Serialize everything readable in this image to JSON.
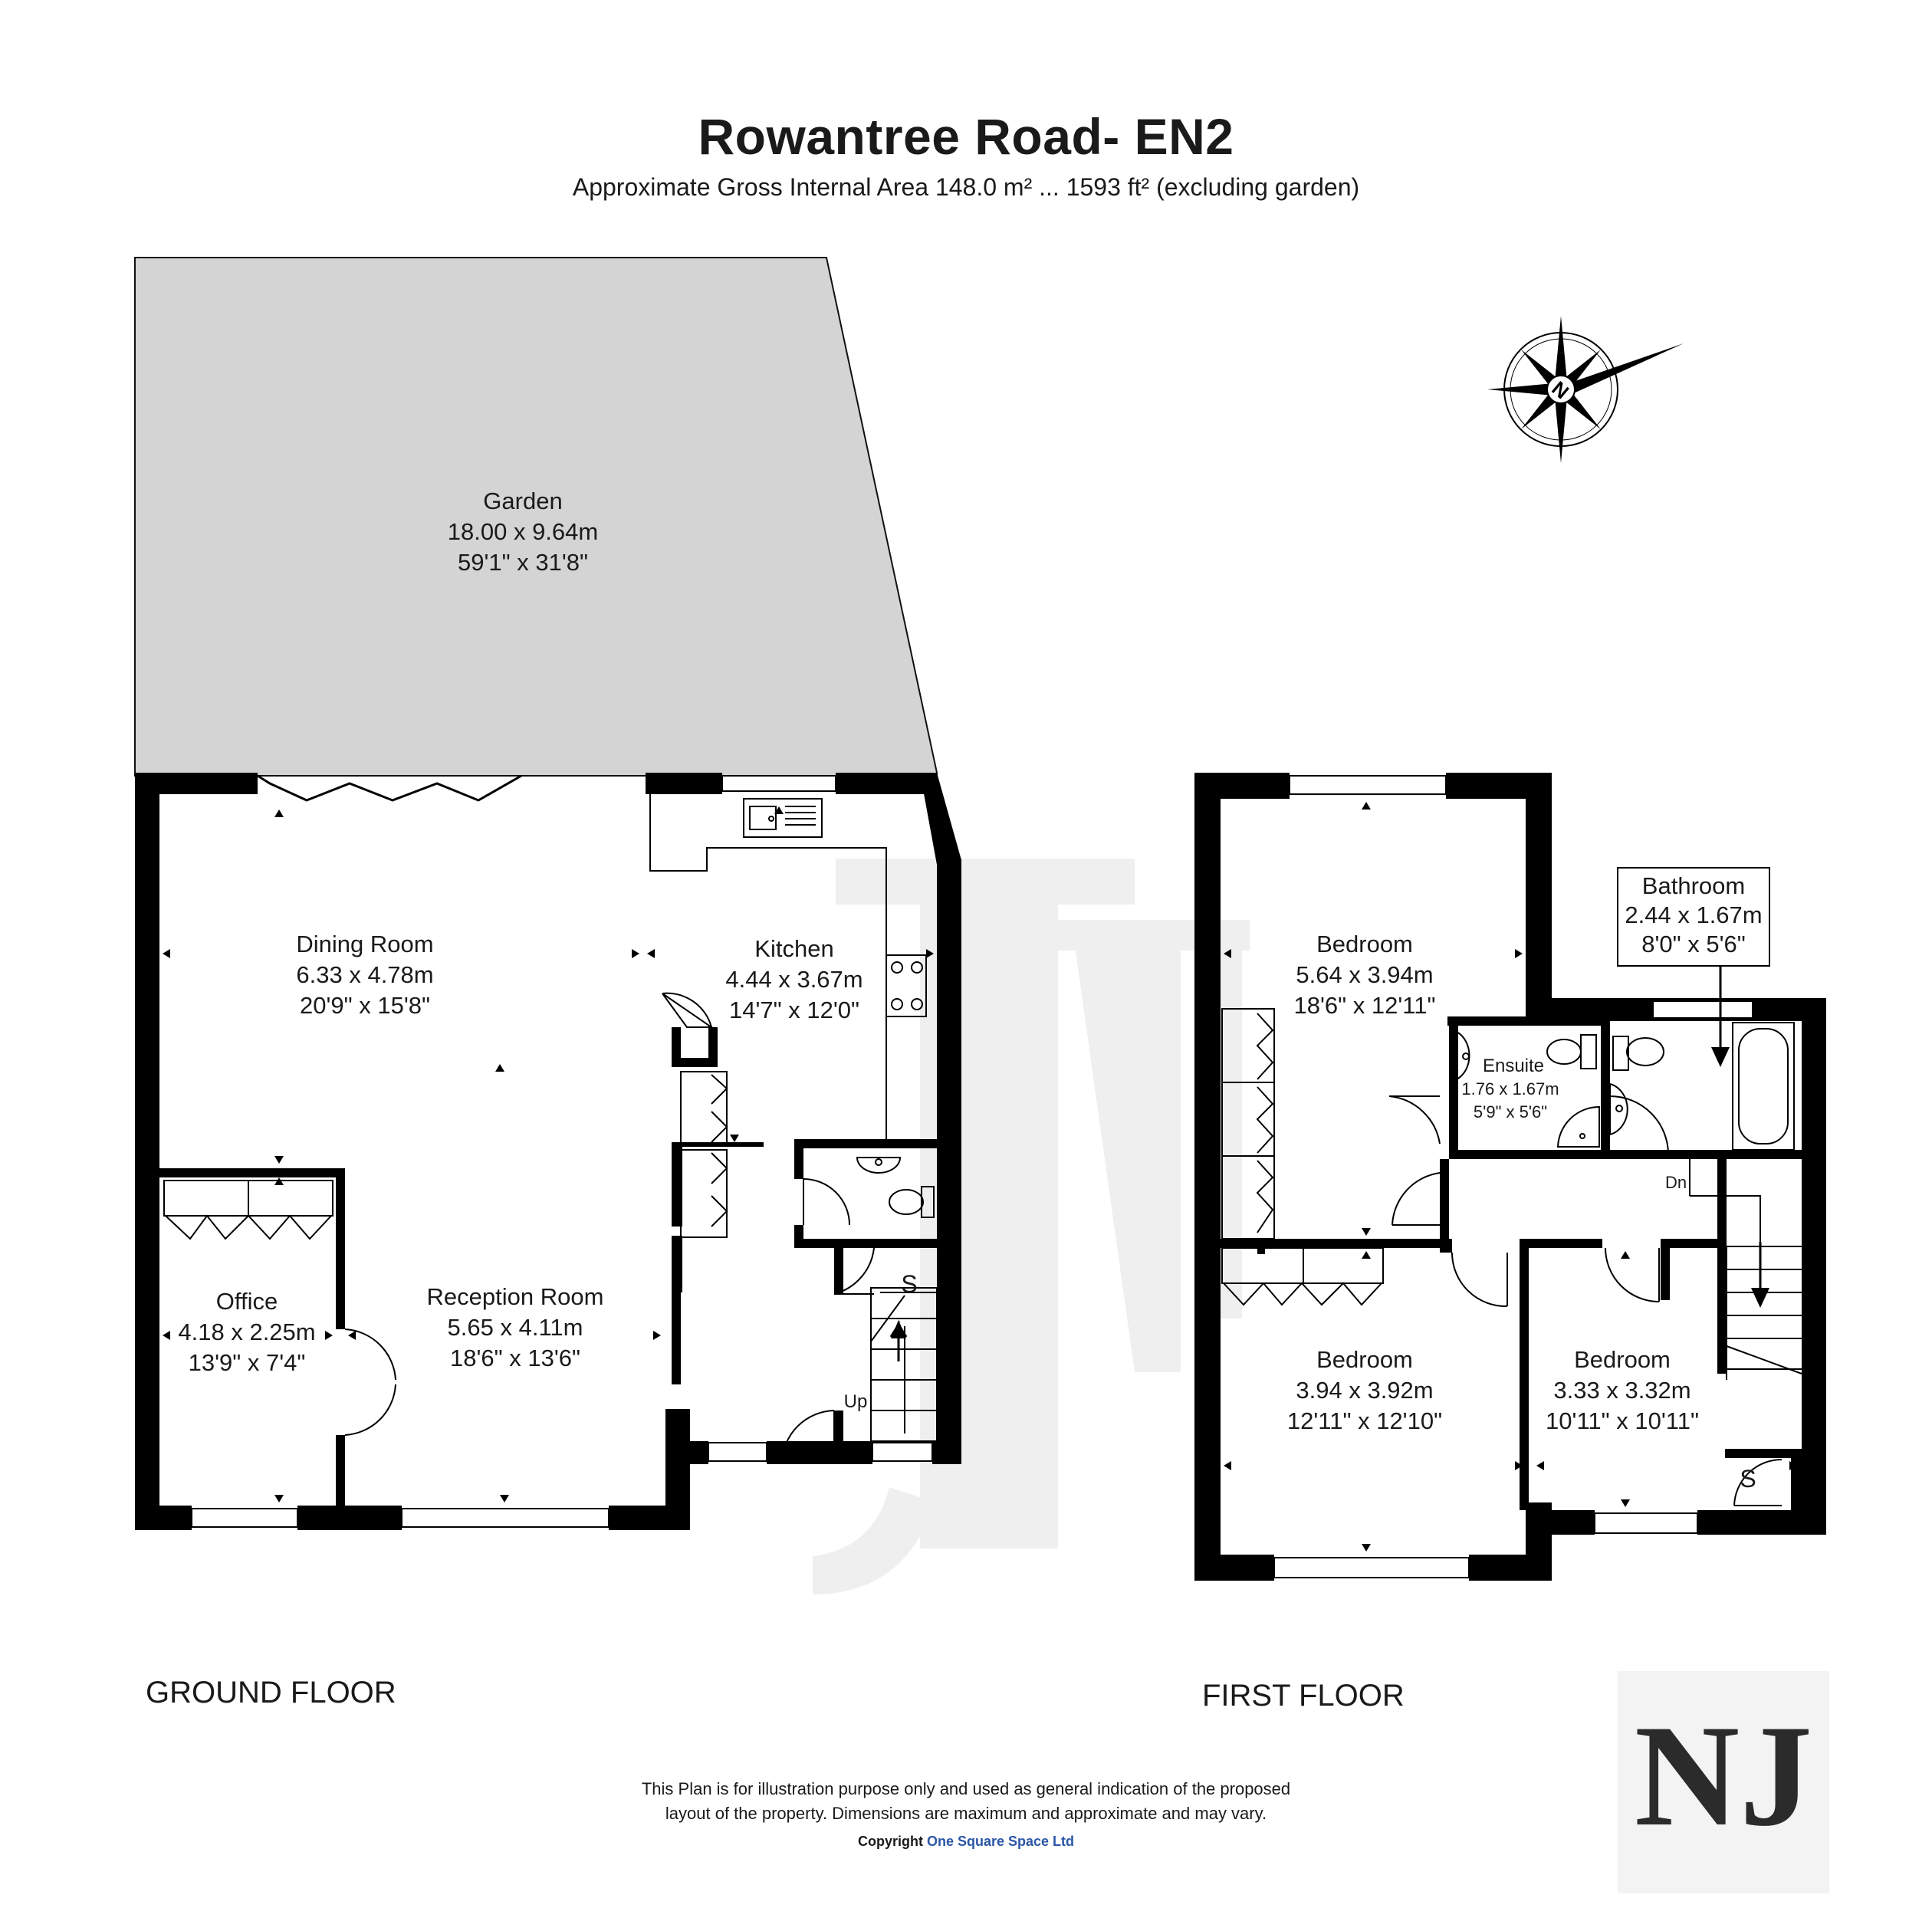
{
  "header": {
    "title": "Rowantree Road- EN2",
    "subtitle": "Approximate Gross Internal Area 148.0 m² ... 1593 ft² (excluding garden)"
  },
  "floors": {
    "ground": "GROUND FLOOR",
    "first": "FIRST FLOOR"
  },
  "rooms": {
    "garden": {
      "name": "Garden",
      "metric": "18.00 x 9.64m",
      "imperial": "59'1\" x 31'8\""
    },
    "dining": {
      "name": "Dining Room",
      "metric": "6.33 x 4.78m",
      "imperial": "20'9\" x 15'8\""
    },
    "kitchen": {
      "name": "Kitchen",
      "metric": "4.44 x 3.67m",
      "imperial": "14'7\" x 12'0\""
    },
    "office": {
      "name": "Office",
      "metric": "4.18 x 2.25m",
      "imperial": "13'9\" x 7'4\""
    },
    "reception": {
      "name": "Reception Room",
      "metric": "5.65 x 4.11m",
      "imperial": "18'6\" x 13'6\""
    },
    "bedroom1": {
      "name": "Bedroom",
      "metric": "5.64 x 3.94m",
      "imperial": "18'6\" x 12'11\""
    },
    "bathroom": {
      "name": "Bathroom",
      "metric": "2.44 x 1.67m",
      "imperial": "8'0\" x 5'6\""
    },
    "ensuite": {
      "name": "Ensuite",
      "metric": "1.76 x 1.67m",
      "imperial": "5'9\" x 5'6\""
    },
    "bedroom2": {
      "name": "Bedroom",
      "metric": "3.94 x 3.92m",
      "imperial": "12'11\" x 12'10\""
    },
    "bedroom3": {
      "name": "Bedroom",
      "metric": "3.33 x 3.32m",
      "imperial": "10'11\" x 10'11\""
    }
  },
  "markers": {
    "storage": "S",
    "up": "Up",
    "down": "Dn",
    "north": "N"
  },
  "footer": {
    "disclaimer_line1": "This Plan is for illustration purpose only and used as general indication of the proposed",
    "disclaimer_line2": "layout of the property. Dimensions are maximum and approximate and may vary.",
    "copyright_prefix": "Copyright",
    "copyright_brand": "One Square Space Ltd"
  },
  "logo": {
    "letters": "NJ"
  },
  "colors": {
    "wall": "#000000",
    "garden": "#d4d4d4",
    "brand": "#2a56a6",
    "watermark": "#ececec"
  }
}
